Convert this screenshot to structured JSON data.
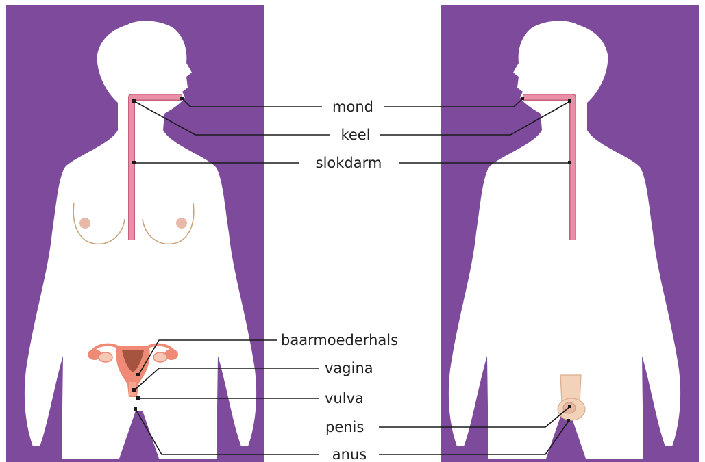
{
  "colors": {
    "panel": "#7d4a9c",
    "body": "#ffffff",
    "esophagus": "#e98fa8",
    "esophagus_edge": "#c2607e",
    "organ": "#ee8a75",
    "organ_dark": "#a6543f",
    "skin": "#f2d2b8",
    "line": "#1a1a1a"
  },
  "labels": {
    "mond": "mond",
    "keel": "keel",
    "slokdarm": "slokdarm",
    "baarmoederhals": "baarmoederhals",
    "vagina": "vagina",
    "vulva": "vulva",
    "penis": "penis",
    "anus": "anus"
  }
}
